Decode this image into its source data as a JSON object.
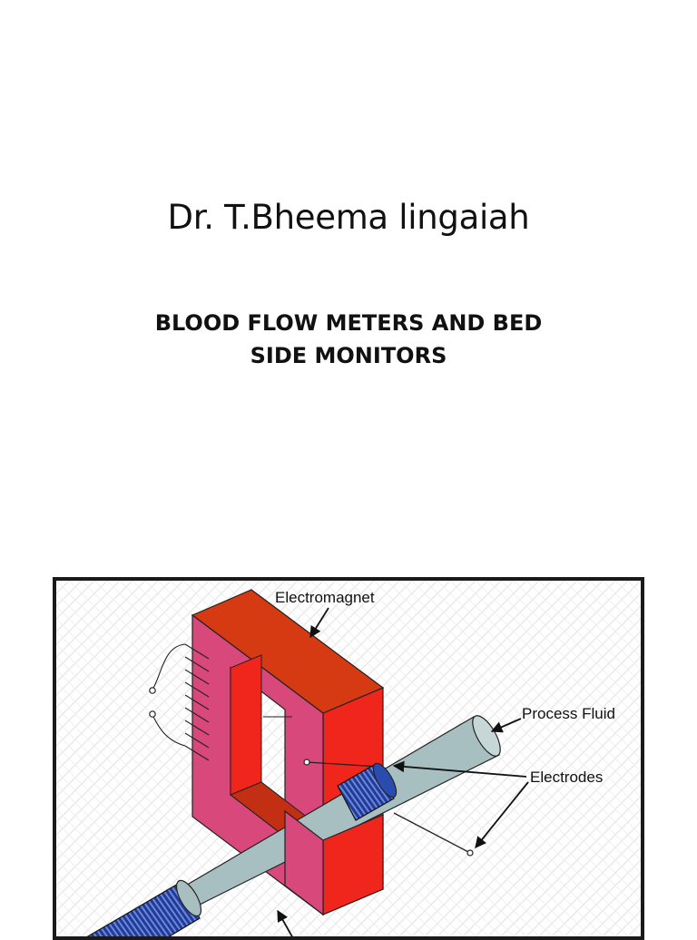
{
  "slide": {
    "author": "Dr. T.Bheema lingaiah",
    "title_line1": "BLOOD FLOW METERS AND BED",
    "title_line2": "SIDE MONITORS"
  },
  "diagram": {
    "labels": {
      "electromagnet": "Electromagnet",
      "process_fluid": "Process Fluid",
      "electrodes": "Electrodes"
    },
    "colors": {
      "magnet_front": "#d9487a",
      "magnet_top": "#d63a12",
      "magnet_side": "#f0261c",
      "pipe": "#a7bfc0",
      "coil": "#1f3c99",
      "background_pattern": "#e7e7e7"
    }
  }
}
